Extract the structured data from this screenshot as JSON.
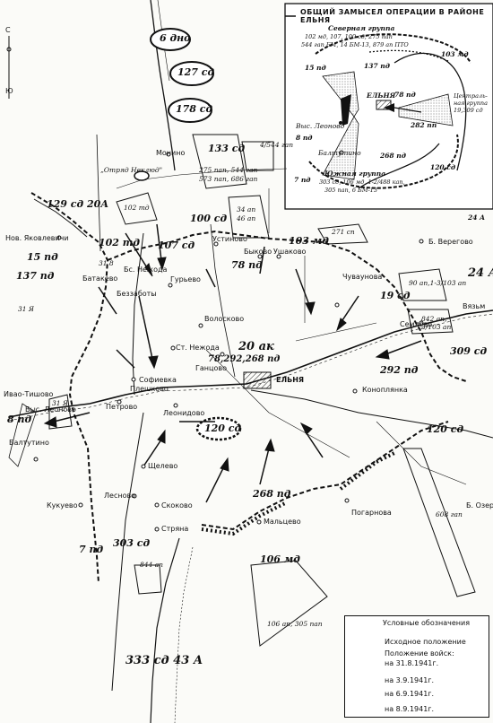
{
  "inset": {
    "title": "ОБЩИЙ ЗАМЫСЕЛ ОПЕРАЦИИ В РАЙОНЕ ЕЛЬНЯ",
    "north_group_title": "Северная группа",
    "north_group_units_1": "102 мд, 107, 100 сд; 275 пап",
    "north_group_units_2": "544 гап БМ, 14 БМ-13, 879 ап ПТО",
    "south_group_title": "Южная группа",
    "south_group_units_1": "303 сд, 106 мд, 1-2/488 кап,",
    "south_group_units_2": "305 пап, 6 БМ-13",
    "central_group_1": "Централь-",
    "central_group_2": "ная группа",
    "central_group_3": "19,309 сд",
    "yelnya": "ЕЛЬНЯ",
    "u_103": "103 мд",
    "u_137": "137 пд",
    "u_15": "15 пд",
    "u_78": "78 пд",
    "u_282": "282 пп",
    "u_268": "268 пд",
    "u_120": "120 сд",
    "u_7": "7 пд",
    "vys_leonovo": "Выс. Леоново",
    "baltutino": "Балтутино",
    "u_8": "8 пд",
    "corner_label": "24 А"
  },
  "units": {
    "div6": "6 дно",
    "div127": "127 сд",
    "div178": "178 сд",
    "div133": "133 сд",
    "art1": "275 пап, 544 гап",
    "art2": "573 пап, 686 гап",
    "otryad": "„Отряд Неклюд\"",
    "div129": "129 сд 20А",
    "div15": "15 пд",
    "div137": "137 пд",
    "div102": "102 тд",
    "div102b": "102 тд",
    "div107": "107 сд",
    "div100": "100 сд",
    "div103": "103 мд",
    "div78": "78 пд",
    "reg34": "34 ап",
    "reg46": "46 ап",
    "reg271": "271 сп",
    "reg4": "4/544 гап",
    "army20": "20 ак",
    "army20units": "78,292,268 пд",
    "div19": "19 сд",
    "reg90": "90 ап,1-3/103 ап",
    "reg842": "842 ап,",
    "reg3": "3/103 ап",
    "div309": "309 сд",
    "div292": "292 пд",
    "div24": "24 А",
    "div120": "120 сд",
    "div120b": "120 сд",
    "div268": "268 пд",
    "div106": "106 мд",
    "reg106": "106 ап, 305 пап",
    "reg608": "608 гап",
    "div303": "303 сд",
    "reg844": "844 ап",
    "div7": "7 пд",
    "div8": "8 пд",
    "div333": "333 сд 43 А",
    "r31": "31 Я",
    "r31b": "31 Я",
    "r31c": "31 8"
  },
  "towns": {
    "monino": "Монино",
    "nov_yakovlevichi": "Нов. Яковлевичи",
    "ustinovo": "Устиново",
    "bykovo": "Быково",
    "ushakovo": "Ушаково",
    "b_veregovo": "Б. Вереговo",
    "chuvakhovo": "Чуваунова",
    "bs_nezhoda": "Бс. Нежода",
    "batakovo": "Батакево",
    "bezzabotu": "Беззаботы",
    "gurevo": "Гурьево",
    "volosovo": "Волосково",
    "nezhoda": "Ст. Нежода",
    "gantsovo": "Ганцово",
    "sofievka": "Софиевка",
    "plashkovo": "Плешковo",
    "petrovo": "Петрово",
    "leonidovo": "Леонидово",
    "yelnya": "ЕЛЬНЯ",
    "konopliyanka": "Коноплянка",
    "semetinka": "Семлёво",
    "ivao_tishovo": "Иваo-Тишово",
    "vys_leonovo": "Выс. Леоново",
    "baltutino": "Балтутино",
    "shchelevo": "Щелево",
    "leonovo": "Лесново",
    "skokovo": "Скоково",
    "strunino": "Стряна",
    "maltsevo": "Мальцево",
    "pogarnova": "Погарнова",
    "kukuevo": "Кукуево",
    "vyazma": "Вязьм",
    "bol_zaozere": "Б. Озеро"
  },
  "legend": {
    "title": "Условные обозначения",
    "row1": "Исходное положение",
    "row2_header": "Положение войск:",
    "row2": "на 31.8.1941г.",
    "row3": "на 3.9.1941г.",
    "row4": "на 6.9.1941г.",
    "row5": "на 8.9.1941г."
  },
  "north_marker": "С",
  "south_marker": "Ю"
}
